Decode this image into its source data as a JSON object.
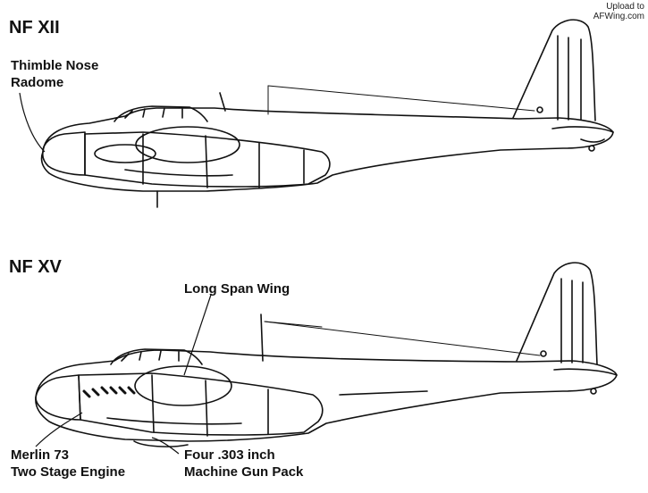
{
  "watermark": {
    "line1": "Upload to",
    "line2": "AFWing.com"
  },
  "figures": [
    {
      "variant": "NF XII",
      "callouts": [
        "Thimble Nose",
        "Radome"
      ]
    },
    {
      "variant": "NF XV",
      "callouts": {
        "wing": "Long Span Wing",
        "engine": [
          "Merlin 73",
          "Two Stage Engine"
        ],
        "guns": [
          "Four .303 inch",
          "Machine Gun Pack"
        ]
      }
    }
  ],
  "colors": {
    "ink": "#111111",
    "paper": "#ffffff"
  }
}
